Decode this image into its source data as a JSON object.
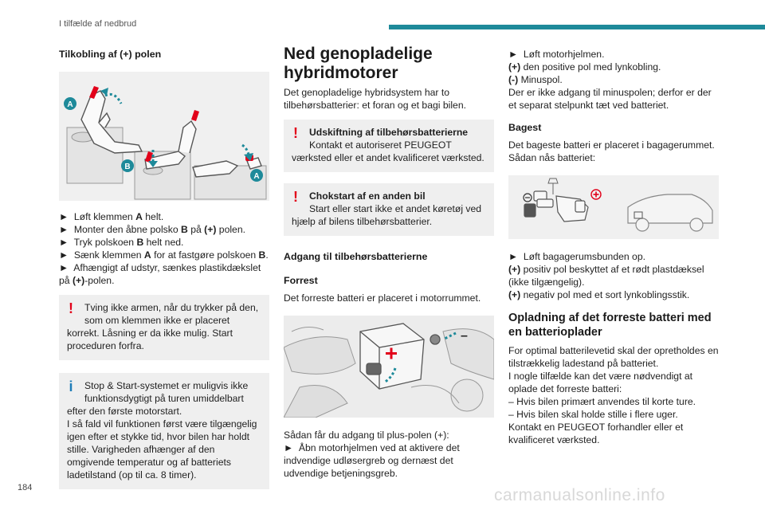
{
  "header": {
    "section_title": "I tilfælde af nedbrud",
    "page_number": "184"
  },
  "watermark": "carmanualsonline.info",
  "colors": {
    "accent": "#1e8a9a",
    "warning": "#e2001a",
    "info": "#1e7db8"
  },
  "col1": {
    "heading": "Tilkobling af (+) polen",
    "figure": {
      "label_a_top": "A",
      "label_b": "B",
      "label_a_right": "A"
    },
    "steps": [
      {
        "arrow": "►",
        "pre": "Løft klemmen ",
        "bold": "A",
        "post": " helt."
      },
      {
        "arrow": "►",
        "pre": "Monter den åbne polsko ",
        "bold": "B",
        "mid": " på ",
        "bold2": "(+)",
        "post": " polen."
      },
      {
        "arrow": "►",
        "pre": "Tryk polskoen ",
        "bold": "B",
        "post": " helt ned."
      },
      {
        "arrow": "►",
        "pre": "Sænk klemmen ",
        "bold": "A",
        "mid": " for at fastgøre polskoen ",
        "bold2": "B",
        "post": "."
      },
      {
        "arrow": "►",
        "pre": "Afhængigt af udstyr, sænkes plastikdækslet på ",
        "bold": "(+)",
        "post": "-polen."
      }
    ],
    "warning": {
      "mark": "!",
      "line1": "Tving ikke armen, når du trykker på den,",
      "line2": "som om klemmen ikke er placeret",
      "rest": "korrekt. Låsning er da ikke mulig. Start proceduren forfra."
    },
    "info": {
      "mark": "i",
      "line1": "Stop & Start-systemet er muligvis ikke",
      "line2": "funktionsdygtigt på turen umiddelbart",
      "rest1": "efter den første motorstart.",
      "rest2": "I så fald vil funktionen først være tilgængelig igen efter et stykke tid, hvor bilen har holdt stille. Varigheden afhænger af den omgivende temperatur og af batteriets ladetilstand (op til ca. 8 timer)."
    }
  },
  "col2": {
    "title": "Ned genopladelige hybridmotorer",
    "intro": "Det genopladelige hybridsystem har to tilbehørsbatterier: et foran og et bagi bilen.",
    "warn1": {
      "mark": "!",
      "title": "Udskiftning af tilbehørsbatterierne",
      "line": "Kontakt et autoriseret PEUGEOT",
      "rest": "værksted eller et andet kvalificeret værksted."
    },
    "warn2": {
      "mark": "!",
      "title": "Chokstart af en anden bil",
      "line": "Start eller start ikke et andet køretøj ved",
      "rest": "hjælp af bilens tilbehørsbatterier."
    },
    "access_heading": "Adgang til tilbehørsbatterierne",
    "front_heading": "Forrest",
    "front_text": "Det forreste batteri er placeret i motorrummet.",
    "figure": {
      "plus": "+",
      "minus": "–"
    },
    "plus_access": "Sådan får du adgang til plus-polen (+):",
    "step": {
      "arrow": "►",
      "text": "Åbn motorhjelmen ved at aktivere det indvendige udløsergreb og dernæst det udvendige betjeningsgreb."
    }
  },
  "col3": {
    "step1": {
      "arrow": "►",
      "text": "Løft motorhjelmen."
    },
    "plus_line": {
      "bold": "(+)",
      "text": " den positive pol med lynkobling."
    },
    "minus_line": {
      "bold": "(-)",
      "text": " Minuspol."
    },
    "minus_note": "Der er ikke adgang til minuspolen; derfor er der et separat stelpunkt tæt ved batteriet.",
    "rear_heading": "Bagest",
    "rear_text": "Det bageste batteri er placeret i bagagerummet. Sådan nås batteriet:",
    "figure": {
      "plus": "+",
      "minus": "–"
    },
    "step2": {
      "arrow": "►",
      "text": "Løft bagagerumsbunden op."
    },
    "plus_rear": {
      "bold": "(+)",
      "text": " positiv pol beskyttet af et rødt plastdæksel (ikke tilgængelig)."
    },
    "minus_rear": {
      "bold": "(+)",
      "text": " negativ pol med et sort lynkoblingsstik."
    },
    "charge_heading": "Opladning af det forreste batteri med en batterioplader",
    "charge_text1": "For optimal batterilevetid skal der opretholdes en tilstrækkelig ladestand på batteriet.",
    "charge_text2": "I nogle tilfælde kan det være nødvendigt at oplade det forreste batteri:",
    "bullet1": "–  Hvis bilen primært anvendes til korte ture.",
    "bullet2": "–  Hvis bilen skal holde stille i flere uger.",
    "charge_text3": "Kontakt en PEUGEOT forhandler eller et kvalificeret værksted."
  }
}
